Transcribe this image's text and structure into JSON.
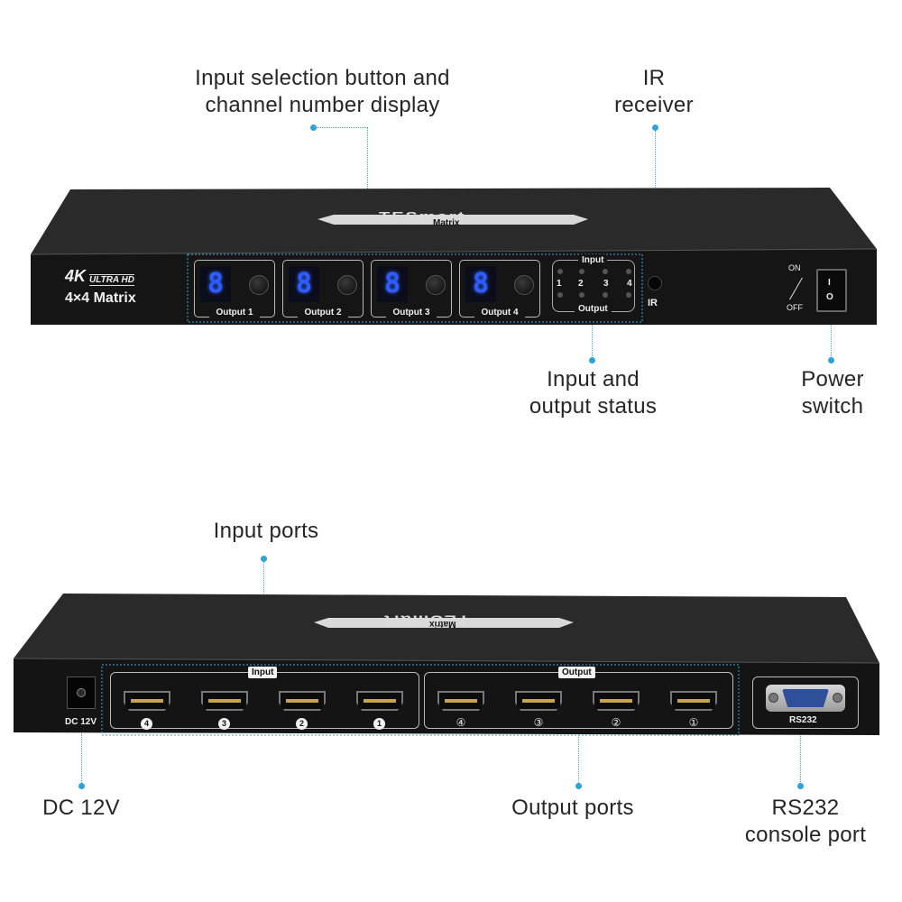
{
  "captions": {
    "input_selection": [
      "Input selection button and",
      "channel number display"
    ],
    "ir_receiver": [
      "IR",
      "receiver"
    ],
    "io_status": [
      "Input and",
      "output status"
    ],
    "power_switch": [
      "Power",
      "switch"
    ],
    "input_ports": "Input ports",
    "dc_12v": "DC 12V",
    "output_ports": "Output ports",
    "rs232": [
      "RS232",
      "console port"
    ]
  },
  "front_panel": {
    "brand": "TESmart",
    "brand_sub": "Matrix",
    "logo_4k": "4K",
    "logo_ultra_hd": "ULTRA HD",
    "model": "4×4 Matrix",
    "displays": [
      {
        "digit": "8",
        "label": "Output 1"
      },
      {
        "digit": "8",
        "label": "Output 2"
      },
      {
        "digit": "8",
        "label": "Output 3"
      },
      {
        "digit": "8",
        "label": "Output 4"
      }
    ],
    "status_input_label": "Input",
    "status_output_label": "Output",
    "status_numbers": [
      "1",
      "2",
      "3",
      "4"
    ],
    "ir_label": "IR",
    "switch_on": "ON",
    "switch_off": "OFF",
    "switch_glyph_on": "I",
    "switch_glyph_off": "O"
  },
  "back_panel": {
    "brand": "TESmart",
    "brand_sub": "Matrix",
    "dc_label": "DC 12V",
    "input_badge": "Input",
    "output_badge": "Output",
    "input_numbers": [
      "4",
      "3",
      "2",
      "1"
    ],
    "output_numbers": [
      "④",
      "③",
      "②",
      "①"
    ],
    "rs232_label": "RS232"
  },
  "colors": {
    "leader": "#3aa7d6",
    "device_body": "#1a1a1a",
    "display_digit": "#2d5cff"
  }
}
